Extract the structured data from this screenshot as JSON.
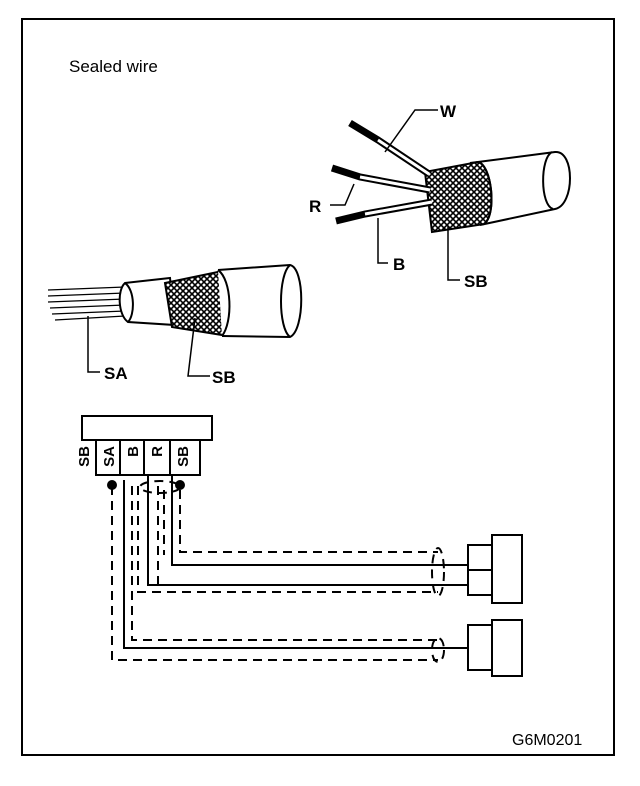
{
  "title": "Sealed wire",
  "figure_code": "G6M0201",
  "top_cable_labels": {
    "w": "W",
    "r": "R",
    "b": "B",
    "sb": "SB"
  },
  "left_cable_labels": {
    "sa": "SA",
    "sb": "SB"
  },
  "connector_pins": [
    "SB",
    "SA",
    "B",
    "R",
    "SB"
  ]
}
